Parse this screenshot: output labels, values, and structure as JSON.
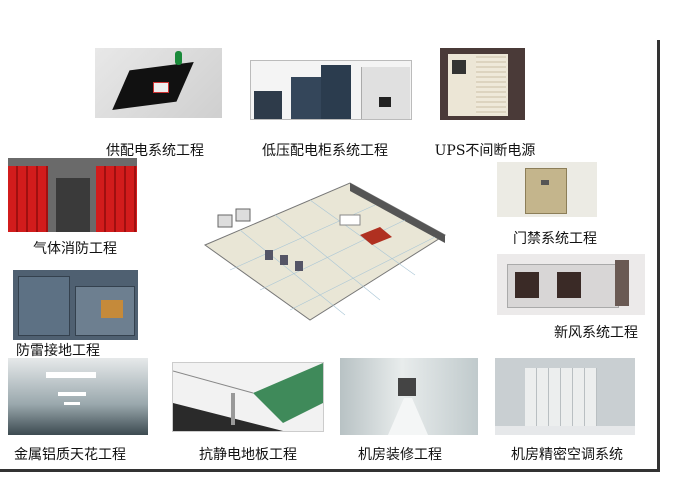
{
  "items": [
    {
      "label": "供配电系统工程"
    },
    {
      "label": "低压配电柜系统工程"
    },
    {
      "label": "UPS不间断电源"
    },
    {
      "label": "气体消防工程"
    },
    {
      "label": "门禁系统工程"
    },
    {
      "label": "防雷接地工程"
    },
    {
      "label": "新风系统工程"
    },
    {
      "label": "金属铝质天花工程"
    },
    {
      "label": "抗静电地板工程"
    },
    {
      "label": "机房装修工程"
    },
    {
      "label": "机房精密空调系统"
    }
  ]
}
